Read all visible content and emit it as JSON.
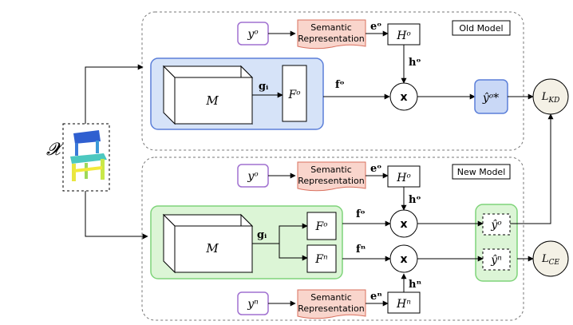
{
  "panels": {
    "old_model_label": "Old Model",
    "new_model_label": "New Model"
  },
  "input": {
    "symbol": "𝓧",
    "image_icon": "chair-icon"
  },
  "symbols": {
    "y_old": "yᵒ",
    "y_new": "yⁿ",
    "semantic_line1": "Semantic",
    "semantic_line2": "Representation",
    "e_old": "eᵒ",
    "e_new": "eⁿ",
    "H_old": "Hᵒ",
    "H_new": "Hⁿ",
    "h_old": "hᵒ",
    "h_new": "hⁿ",
    "M": "M",
    "g_i": "gᵢ",
    "F_old": "Fᵒ",
    "F_new": "Fⁿ",
    "f_old": "fᵒ",
    "f_new": "fⁿ",
    "mult": "x",
    "yhat_old_star": "ŷᵒ*",
    "yhat_old": "ŷᵒ",
    "yhat_new": "ŷⁿ",
    "L_KD": "L",
    "L_KD_sub": "KD",
    "L_CE": "L",
    "L_CE_sub": "CE"
  },
  "colors": {
    "old_backbone_fill": "#d6e3f8",
    "old_backbone_stroke": "#5b7fd9",
    "new_backbone_fill": "#dcf5d6",
    "new_backbone_stroke": "#7fd47a",
    "semantic_fill": "#f9d5cc",
    "semantic_stroke": "#d9705e",
    "y_box_stroke": "#a070d0",
    "loss_fill": "#f4f1e6"
  }
}
